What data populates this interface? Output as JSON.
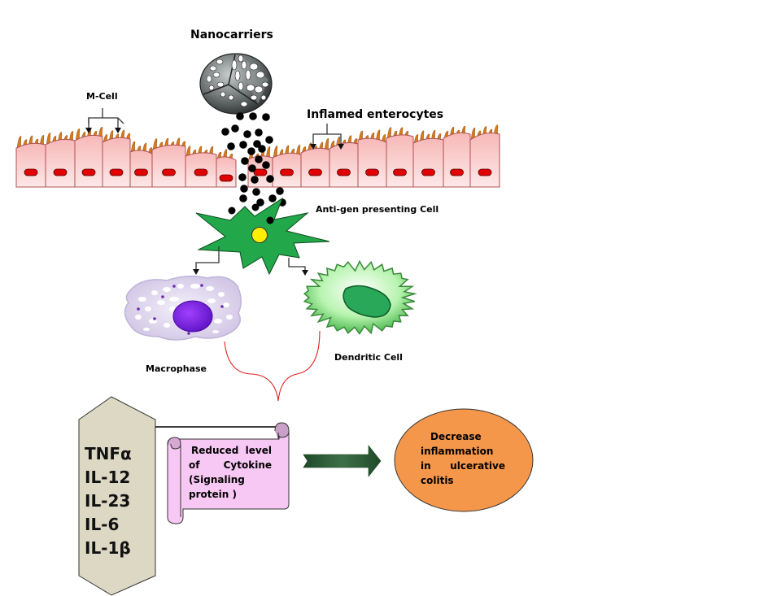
{
  "figure": {
    "title": "Nanocarriers in ulcerative colitis",
    "labels": {
      "nanocarriers": "Nanocarriers",
      "m_cell": "M-Cell",
      "inflamed_enterocytes": "Inflamed enterocytes",
      "apc": "Anti-gen presenting Cell",
      "macrophase": "Macrophase",
      "dendritic_cell": "Dendritic Cell"
    },
    "cytokines": [
      "TNFα",
      "IL-12",
      "IL-23",
      "IL-6",
      "IL-1β"
    ],
    "scroll": {
      "lines": [
        "Reduced level",
        "of Cytokine",
        "(Signaling",
        "protein )"
      ]
    },
    "outcome": {
      "lines": [
        "Decrease",
        "inflammation",
        "in ulcerative",
        "colitis"
      ]
    },
    "colors": {
      "enterocyte_fill": "#f8c8c8",
      "enterocyte_border": "#b05050",
      "nucleus": "#e00000",
      "microvilli": "#d97a1a",
      "apc_fill": "#22a84a",
      "apc_nucleus": "#ffee00",
      "macrophage_fill": "#ddd4ec",
      "macrophage_nucleus": "#7a1ee0",
      "dendritic_fill": "#a8f0a0",
      "dendritic_nucleus": "#22a050",
      "hexagon_fill": "#ddd8c4",
      "scroll_fill": "#f8c8f4",
      "scroll_curl": "#c8a0c8",
      "outcome_fill": "#f5974a",
      "arrow_fill": "#2a5a34",
      "connector": "#e02020"
    }
  }
}
